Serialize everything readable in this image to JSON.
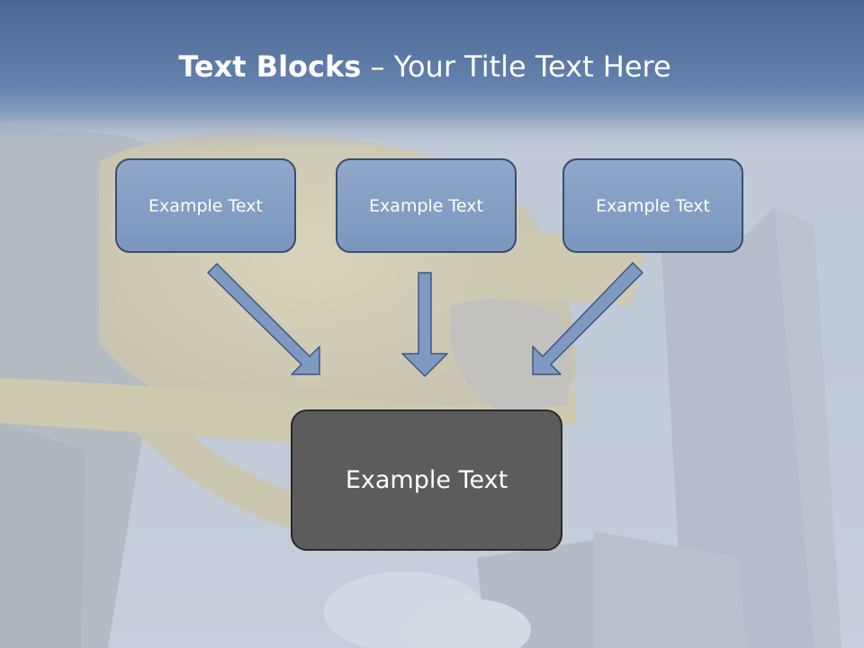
{
  "title": {
    "bold": "Text Blocks",
    "dash": " – ",
    "rest": "Your Title Text Here"
  },
  "blocks": {
    "top": [
      "Example Text",
      "Example Text",
      "Example Text"
    ],
    "bottom": "Example Text"
  },
  "colors": {
    "header_band": "#5d7aa6",
    "small_block_fill": "#8aa3c7",
    "small_block_border": "#3a4d6e",
    "big_block_fill": "#5c5c5c",
    "arrow_fill": "#7f9ac2"
  }
}
